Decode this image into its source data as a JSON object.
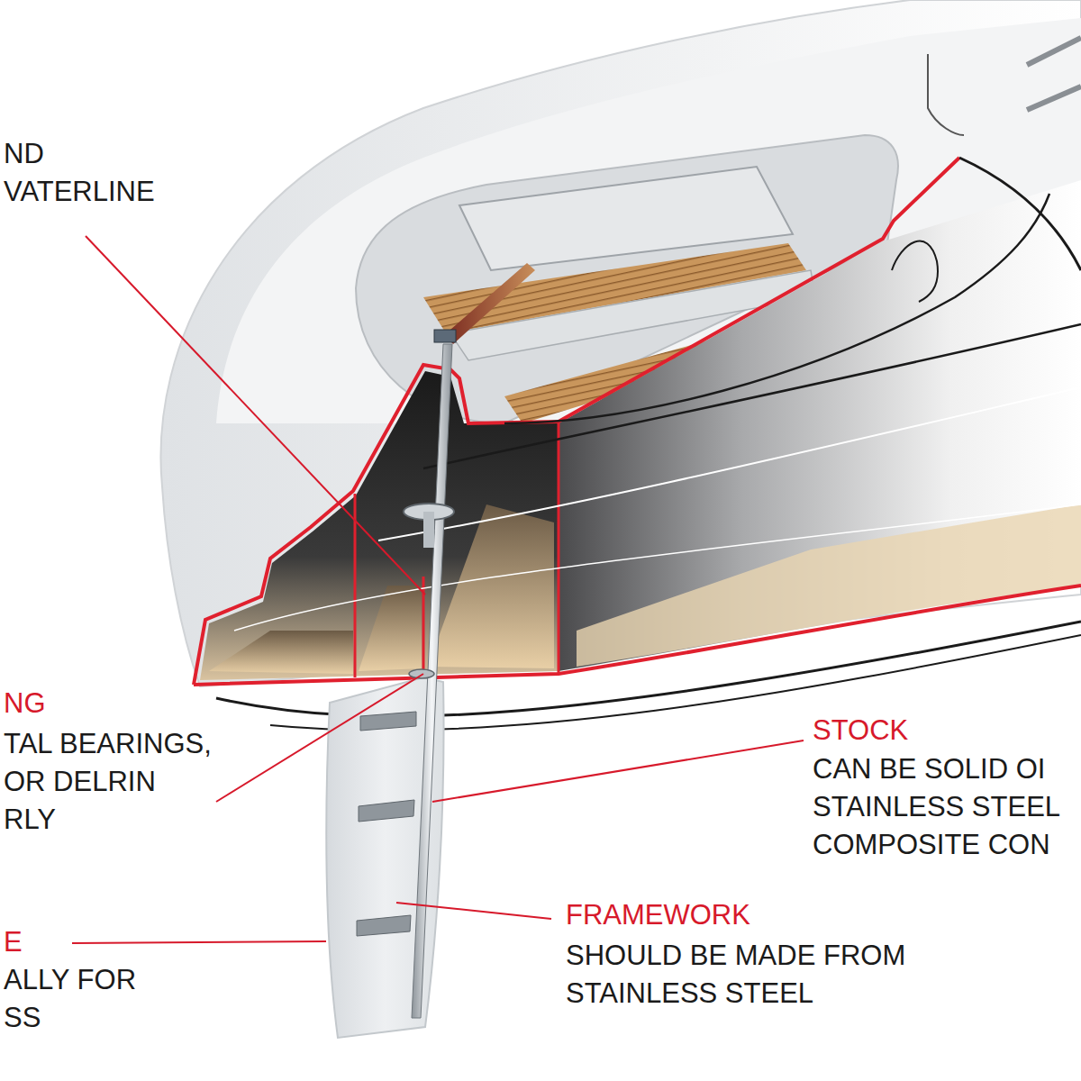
{
  "diagram": {
    "labels": [
      "ND VATERLINE",
      "NG",
      "TAL BEARINGS, OR DELRIN RLY",
      "STOCK",
      "CAN BE SOLID OI STAINLESS STEEL COMPOSITE CON",
      "E",
      "FRAMEWORK",
      "ALLY FOR SS",
      "SHOULD BE MADE FROM STAINLESS STEEL"
    ]
  }
}
